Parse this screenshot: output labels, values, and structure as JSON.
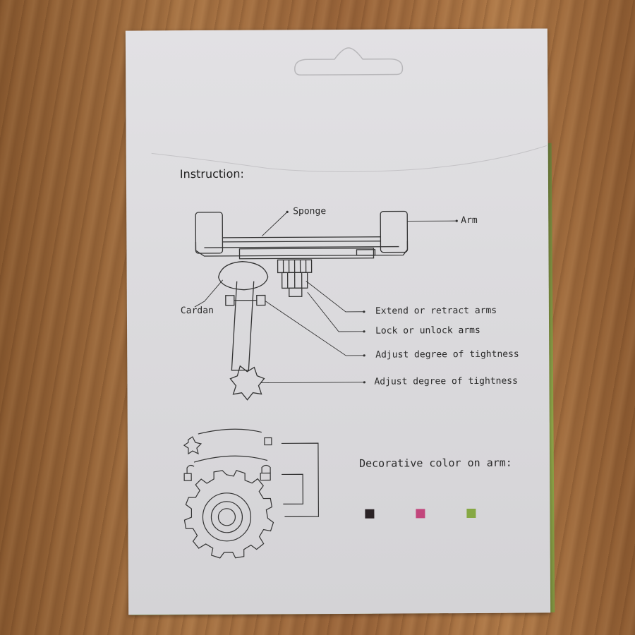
{
  "instruction_title": "Instruction:",
  "parts": {
    "sponge": "Sponge",
    "arm": "Arm",
    "cardan": "Cardan",
    "extend": "Extend or retract arms",
    "lock": "Lock or unlock arms",
    "adjust1": "Adjust degree of tightness",
    "adjust2": "Adjust degree of tightness"
  },
  "decorative": {
    "title": "Decorative color on arm:",
    "colors": [
      "#2b2326",
      "#c2467c",
      "#86a844"
    ]
  }
}
